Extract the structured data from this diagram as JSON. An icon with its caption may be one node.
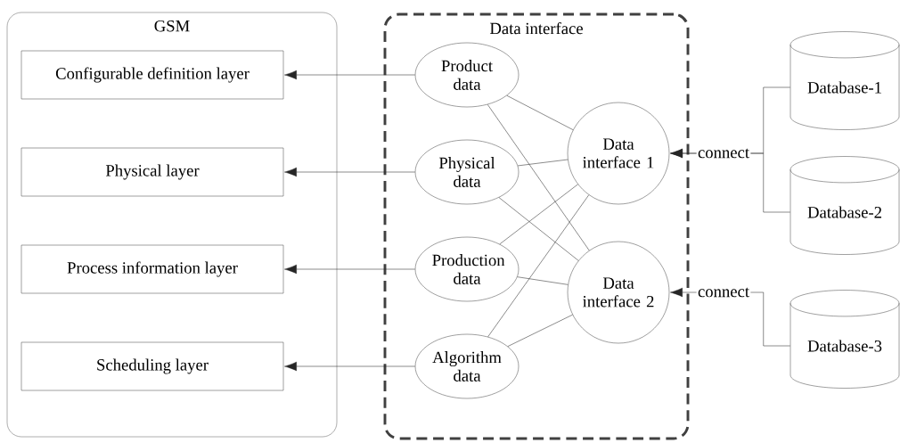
{
  "diagram": {
    "nodes": [
      {
        "text": [
          "GSM"
        ]
      },
      {
        "text": [
          "Configurable definition layer"
        ],
        "in": 0
      },
      {
        "text": [
          "Physical layer"
        ],
        "in": 0
      },
      {
        "text": [
          "Process information layer"
        ],
        "in": 0
      },
      {
        "text": [
          "Scheduling layer"
        ],
        "in": 0
      },
      {
        "text": [
          "Data interface"
        ]
      },
      {
        "text": [
          "Product data"
        ],
        "in": 5
      },
      {
        "text": [
          "Physical data"
        ],
        "in": 5
      },
      {
        "text": [
          "Production data"
        ],
        "in": 5
      },
      {
        "text": [
          "Algorithm data"
        ],
        "in": 5
      },
      {
        "text": [
          "Data interface 1"
        ],
        "in": 5
      },
      {
        "text": [
          "Data interface 2"
        ],
        "in": 5
      },
      {
        "text": [
          "Database-1"
        ]
      },
      {
        "text": [
          "Database-2"
        ]
      },
      {
        "text": [
          "Database-3"
        ]
      }
    ],
    "edges": [
      {
        "from": 6,
        "to": 1,
        "arrow": "to"
      },
      {
        "from": 7,
        "to": 2,
        "arrow": "to"
      },
      {
        "from": 8,
        "to": 3,
        "arrow": "to"
      },
      {
        "from": 9,
        "to": 4,
        "arrow": "to"
      },
      {
        "from": 6,
        "to": 10,
        "arrow": "none"
      },
      {
        "from": 6,
        "to": 11,
        "arrow": "none"
      },
      {
        "from": 7,
        "to": 10,
        "arrow": "none"
      },
      {
        "from": 7,
        "to": 11,
        "arrow": "none"
      },
      {
        "from": 8,
        "to": 10,
        "arrow": "none"
      },
      {
        "from": 8,
        "to": 11,
        "arrow": "none"
      },
      {
        "from": 9,
        "to": 10,
        "arrow": "none"
      },
      {
        "from": 9,
        "to": 11,
        "arrow": "none"
      },
      {
        "from": 12,
        "to": 10,
        "arrow": "to",
        "label": "connect"
      },
      {
        "from": 13,
        "to": 10,
        "arrow": "to"
      },
      {
        "from": 14,
        "to": 11,
        "arrow": "to",
        "label": "connect"
      }
    ]
  }
}
